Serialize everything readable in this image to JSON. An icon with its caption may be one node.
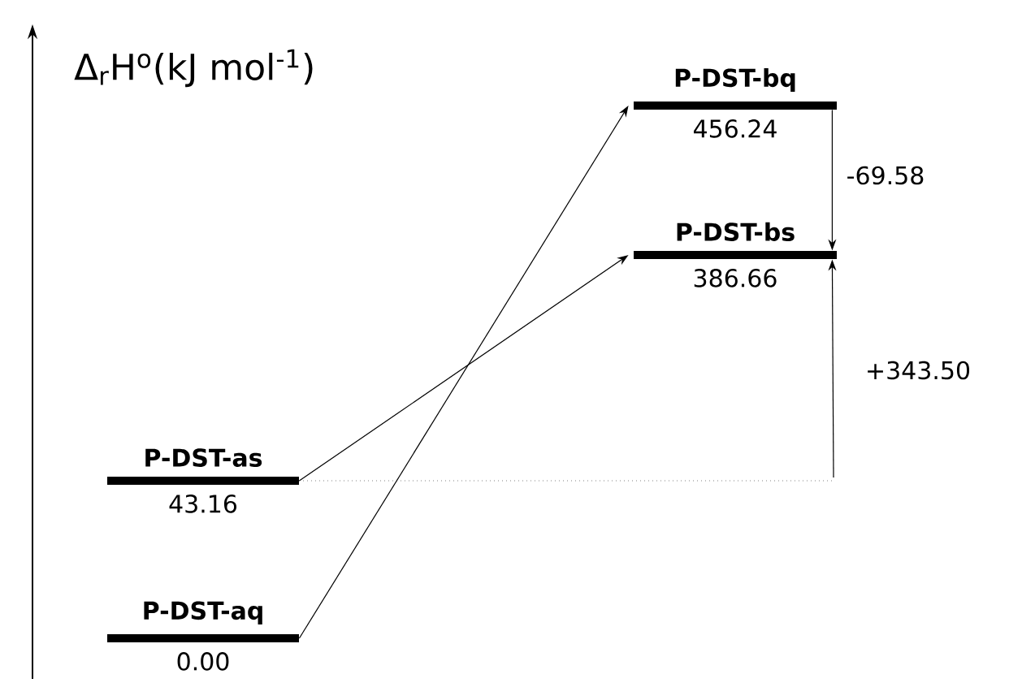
{
  "diagram": {
    "nodes": [
      {
        "text": [
          "P-DST-bq",
          "456.24"
        ]
      },
      {
        "text": [
          "P-DST-bs",
          "386.66"
        ]
      },
      {
        "text": [
          "P-DST-as",
          "43.16"
        ]
      },
      {
        "text": [
          "P-DST-aq",
          "0.00"
        ]
      }
    ],
    "edges": [
      {
        "from": 3,
        "to": 0,
        "arrow": "to"
      },
      {
        "from": 2,
        "to": 1,
        "arrow": "to"
      },
      {
        "from": 0,
        "to": 1,
        "arrow": "to",
        "label": "-69.58"
      },
      {
        "from": null,
        "to": 1,
        "arrow": "to",
        "label": "+343.50"
      }
    ],
    "labels": [
      "Δ$_{r}$H$^{o}$(kJ mol$^{-1}$)"
    ]
  }
}
